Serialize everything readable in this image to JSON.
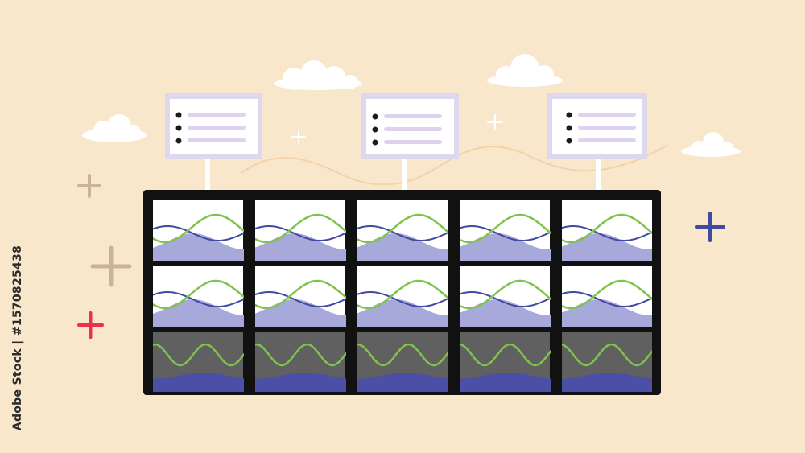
{
  "watermark": {
    "text": "Adobe Stock | #1570825438",
    "brand": "Adobe Stock",
    "asset_id": "#1570825438"
  },
  "colors": {
    "background": "#f9e7cb",
    "cloud": "#ffffff",
    "frame": "#111111",
    "panel_light": "#ffffff",
    "panel_dark": "#5f605f",
    "area_fill": "#a6a9da",
    "area_fill_dark": "#4b4fa6",
    "wave_green": "#7fc34d",
    "wave_navy": "#3f4aa3",
    "card_border": "#ded8ee",
    "card_line": "#ddd3ef",
    "bullet": "#1b1b1b",
    "sparkle_tan": "#c9b594",
    "sparkle_red": "#e8334a",
    "sparkle_blue": "#3f4aa3",
    "background_wave": "#f3c995"
  },
  "icons": [
    "cloud-icon",
    "sparkle-plus-icon",
    "list-card-icon",
    "wave-chart-icon"
  ],
  "grid": {
    "rows": 3,
    "cols": 5,
    "dark_row": 3
  },
  "cards": [
    {
      "bullets": 3
    },
    {
      "bullets": 3
    },
    {
      "bullets": 3
    }
  ]
}
